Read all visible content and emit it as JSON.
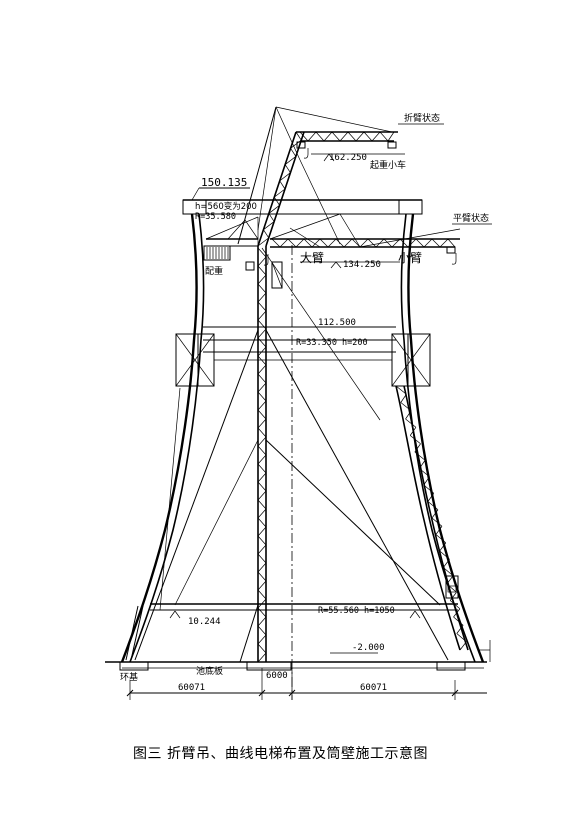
{
  "caption": "图三  折臂吊、曲线电梯布置及筒壁施工示意图",
  "labels": {
    "folded_state": "折臂状态",
    "luffing_trolley": "起重小车",
    "elev_162": "162.250",
    "elev_150": "150.135",
    "r_top_1": "h=560变为200",
    "r_top_2": "R=35.580",
    "flat_state": "平臂状态",
    "big_arm": "大臂",
    "small_arm": "小臂",
    "elev_134": "134.250",
    "counterweight": "配重",
    "elev_112": "112.500",
    "r_mid": "R=33.350  h=200",
    "r_low": "R=55.560   h=1050",
    "elev_10": "10.244",
    "elev_neg2": "-2.000",
    "bottom_plate": "池底板",
    "ring_beam": "环基",
    "dim_left": "60071",
    "dim_center": "6000",
    "dim_right": "60071"
  },
  "colors": {
    "line": "#000000",
    "background": "#ffffff"
  }
}
